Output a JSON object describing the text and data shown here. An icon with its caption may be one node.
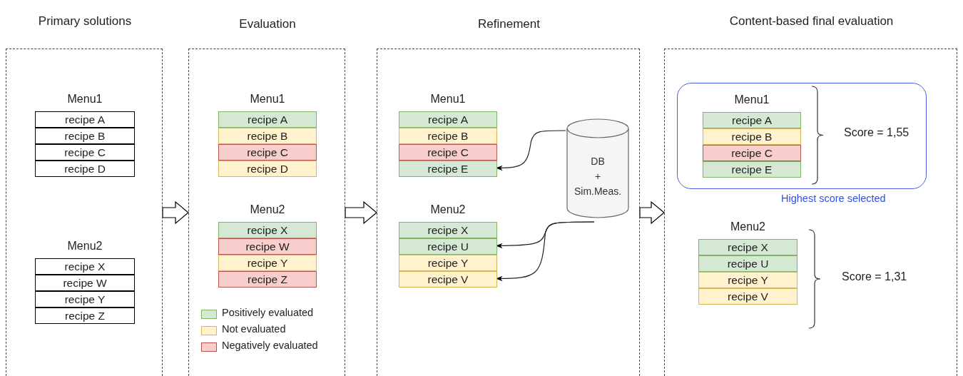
{
  "diagram": {
    "nodes": [
      {
        "text": [
          "Primary solutions"
        ]
      },
      {
        "text": [
          "Menu1"
        ],
        "in": 0
      },
      {
        "text": [
          "recipe A"
        ],
        "in": 1
      },
      {
        "text": [
          "recipe B"
        ],
        "in": 1
      },
      {
        "text": [
          "recipe C"
        ],
        "in": 1
      },
      {
        "text": [
          "recipe D"
        ],
        "in": 1
      },
      {
        "text": [
          "Menu2"
        ],
        "in": 0
      },
      {
        "text": [
          "recipe X"
        ],
        "in": 6
      },
      {
        "text": [
          "recipe W"
        ],
        "in": 6
      },
      {
        "text": [
          "recipe Y"
        ],
        "in": 6
      },
      {
        "text": [
          "recipe Z"
        ],
        "in": 6
      },
      {
        "text": [
          "Evaluation"
        ]
      },
      {
        "text": [
          "Menu1"
        ],
        "in": 11
      },
      {
        "text": [
          "recipe A"
        ],
        "in": 12
      },
      {
        "text": [
          "recipe B"
        ],
        "in": 12
      },
      {
        "text": [
          "recipe C"
        ],
        "in": 12
      },
      {
        "text": [
          "recipe D"
        ],
        "in": 12
      },
      {
        "text": [
          "Menu2"
        ],
        "in": 11
      },
      {
        "text": [
          "recipe X"
        ],
        "in": 17
      },
      {
        "text": [
          "recipe W"
        ],
        "in": 17
      },
      {
        "text": [
          "recipe Y"
        ],
        "in": 17
      },
      {
        "text": [
          "recipe Z"
        ],
        "in": 17
      },
      {
        "text": [
          "Refinement"
        ]
      },
      {
        "text": [
          "Menu1"
        ],
        "in": 22
      },
      {
        "text": [
          "recipe A"
        ],
        "in": 23
      },
      {
        "text": [
          "recipe B"
        ],
        "in": 23
      },
      {
        "text": [
          "recipe C"
        ],
        "in": 23
      },
      {
        "text": [
          "recipe E"
        ],
        "in": 23
      },
      {
        "text": [
          "Menu2"
        ],
        "in": 22
      },
      {
        "text": [
          "recipe X"
        ],
        "in": 28
      },
      {
        "text": [
          "recipe U"
        ],
        "in": 28
      },
      {
        "text": [
          "recipe Y"
        ],
        "in": 28
      },
      {
        "text": [
          "recipe V"
        ],
        "in": 28
      },
      {
        "text": [
          "DB + Sim.Meas."
        ],
        "in": 22
      },
      {
        "text": [
          "Content-based final evaluation"
        ]
      },
      {
        "text": [],
        "shape": "box",
        "in": 34,
        "beside": [
          "Highest score selected"
        ]
      },
      {
        "text": [
          "Menu1"
        ],
        "in": 35,
        "beside": [
          "Score = 1,55"
        ]
      },
      {
        "text": [
          "recipe A"
        ],
        "in": 36
      },
      {
        "text": [
          "recipe B"
        ],
        "in": 36
      },
      {
        "text": [
          "recipe C"
        ],
        "in": 36
      },
      {
        "text": [
          "recipe E"
        ],
        "in": 36
      },
      {
        "text": [
          "Menu2"
        ],
        "in": 34,
        "beside": [
          "Score = 1,31"
        ]
      },
      {
        "text": [
          "recipe X"
        ],
        "in": 41
      },
      {
        "text": [
          "recipe U"
        ],
        "in": 41
      },
      {
        "text": [
          "recipe Y"
        ],
        "in": 41
      },
      {
        "text": [
          "recipe V"
        ],
        "in": 41
      }
    ],
    "edges": [
      {
        "from": 0,
        "to": 11,
        "arrow": "to"
      },
      {
        "from": 11,
        "to": 22,
        "arrow": "to"
      },
      {
        "from": 22,
        "to": 34,
        "arrow": "to"
      },
      {
        "from": 33,
        "to": 27,
        "arrow": "to"
      },
      {
        "from": 33,
        "to": 30,
        "arrow": "to"
      },
      {
        "from": 33,
        "to": 32,
        "arrow": "to"
      }
    ],
    "legend": [
      {
        "text": "Positively evaluated",
        "color": "#d5e8d4"
      },
      {
        "text": "Not evaluated",
        "color": "#fff2cc"
      },
      {
        "text": "Negatively evaluated",
        "color": "#f8cecc"
      }
    ]
  }
}
